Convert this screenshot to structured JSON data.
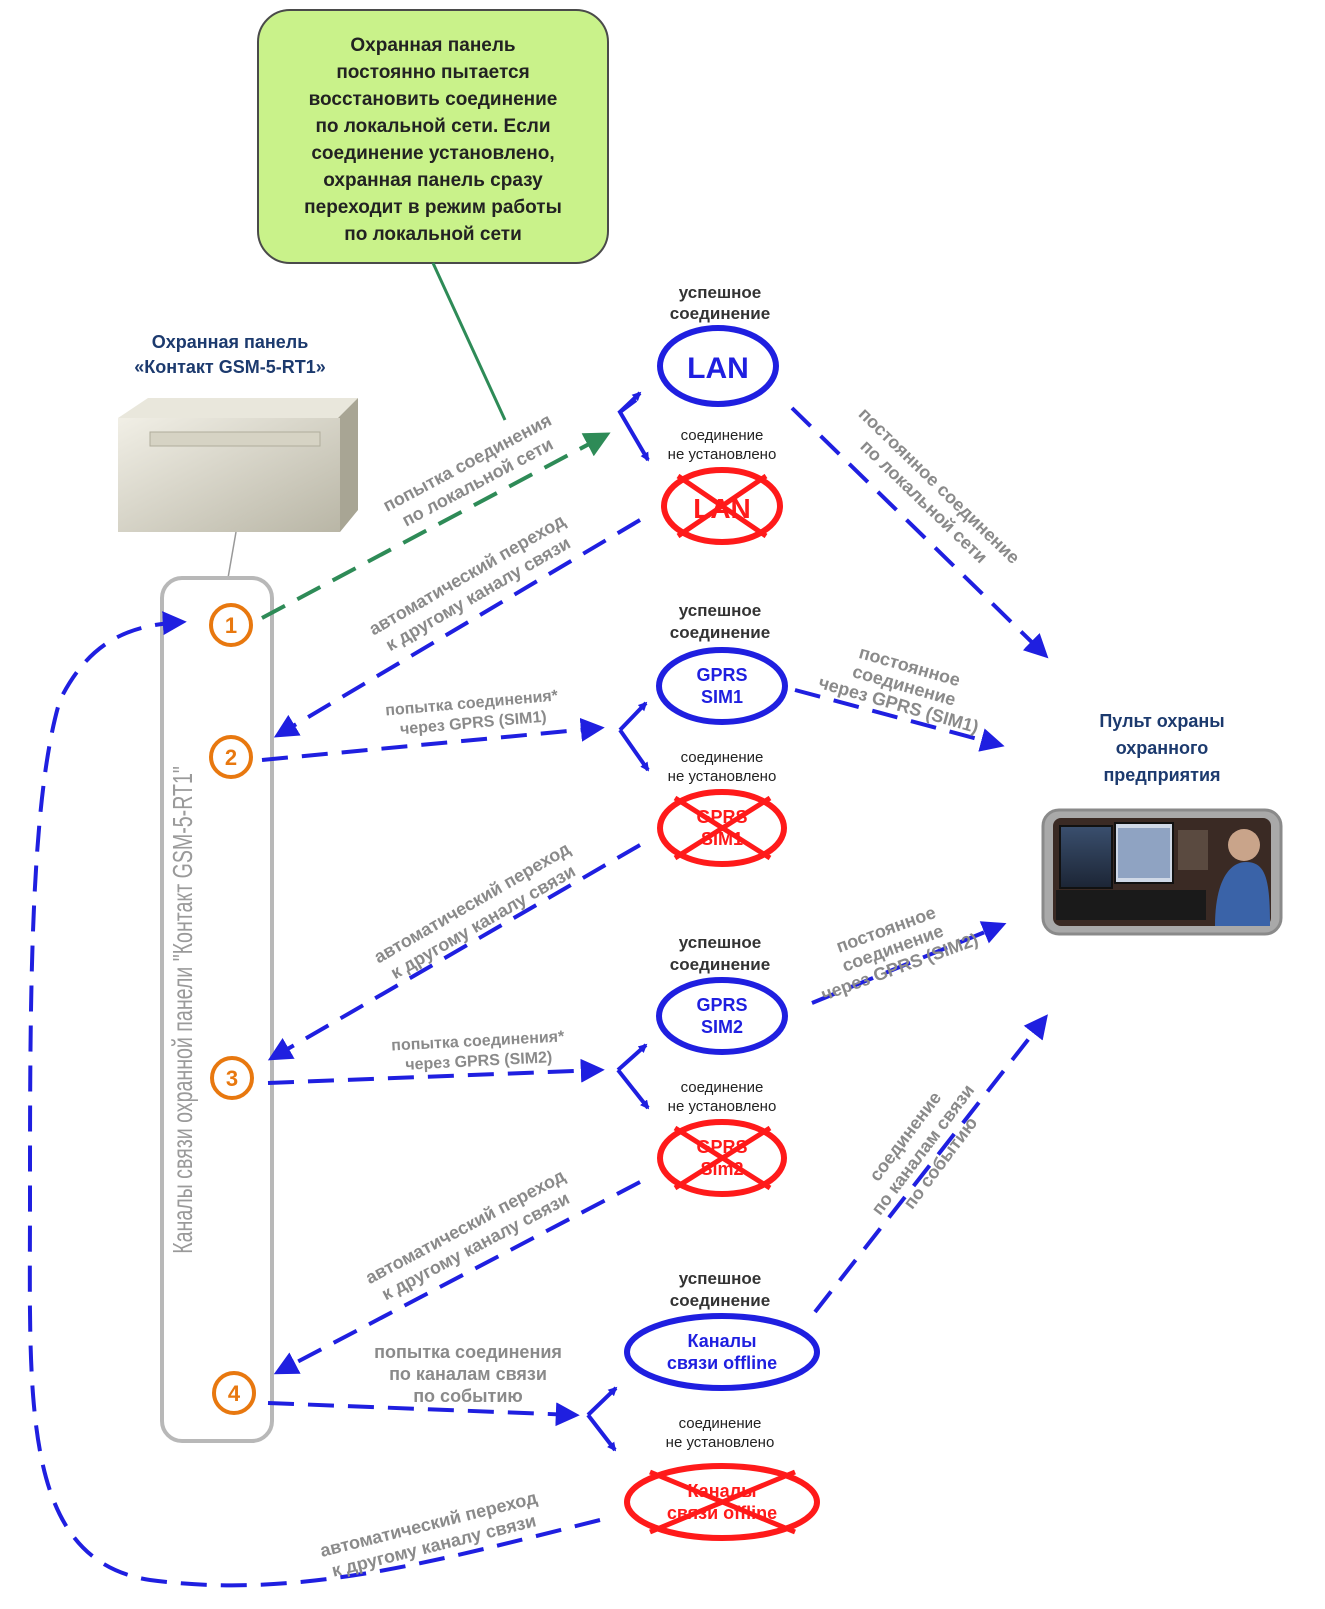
{
  "callout": {
    "lines": [
      "Охранная панель",
      "постоянно пытается",
      "восстановить соединение",
      "по локальной сети. Если",
      "соединение установлено,",
      "охранная панель сразу",
      "переходит в режим работы",
      "по локальной сети"
    ]
  },
  "panel": {
    "title_line1": "Охранная панель",
    "title_line2": "«Контакт GSM-5-RT1»",
    "channels_label": "Каналы связи охранной панели \"Контакт GSM-5-RT1\""
  },
  "channels": [
    "1",
    "2",
    "3",
    "4"
  ],
  "nodes": {
    "ok_line1": "успешное",
    "ok_line2": "соединение",
    "fail_line1": "соединение",
    "fail_line2": "не установлено",
    "lan": "LAN",
    "gprs": "GPRS",
    "sim1": "SIM1",
    "sim2": "SIM2",
    "sim2_fail": "Sim2",
    "offline_line1": "Каналы",
    "offline_line2": "связи offline"
  },
  "arrow_labels": {
    "try_lan_1": "попытка соединения",
    "try_lan_2": "по локальной сети",
    "auto_1": "автоматический переход",
    "auto_2": "к другому каналу связи",
    "try_sim1_1": "попытка соединения*",
    "try_sim1_2": "через GPRS (SIM1)",
    "try_sim2_1": "попытка соединения*",
    "try_sim2_2": "через GPRS (SIM2)",
    "try_event_1": "попытка соединения",
    "try_event_2": "по каналам связи",
    "try_event_3": "по событию",
    "const_lan_1": "постоянное соединение",
    "const_lan_2": "по локальной сети",
    "const_sim1_1": "постоянное",
    "const_sim1_2": "соединение",
    "const_sim1_3": "через GPRS (SIM1)",
    "const_sim2_1": "постоянное",
    "const_sim2_2": "соединение",
    "const_sim2_3": "через GPRS (SIM2)",
    "event_conn_1": "соединение",
    "event_conn_2": "по каналам связи",
    "event_conn_3": "по событию"
  },
  "station": {
    "line1": "Пульт охраны",
    "line2": "охранного",
    "line3": "предприятия"
  },
  "colors": {
    "blue": "#1f1fe0",
    "red": "#ff1a1a",
    "green": "#2e8b57",
    "orange": "#e8780f",
    "label_gray": "#8a8a8a",
    "navy_text": "#1c3a6e",
    "callout_fill": "#c9f28a"
  }
}
